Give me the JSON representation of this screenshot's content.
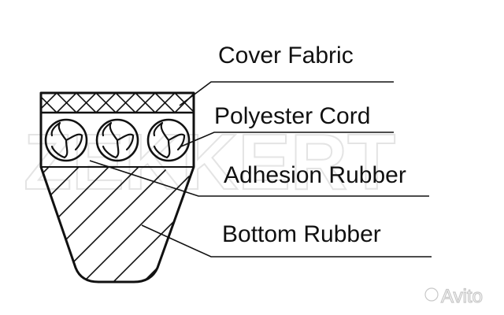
{
  "watermark": {
    "brand": "ZEKKERT",
    "site": "Avito"
  },
  "labels": {
    "cover_fabric": "Cover Fabric",
    "polyester_cord": "Polyester Cord",
    "adhesion_rubber": "Adhesion Rubber",
    "bottom_rubber": "Bottom Rubber"
  },
  "colors": {
    "line": "#111111",
    "watermark": "#e4e4e4"
  }
}
